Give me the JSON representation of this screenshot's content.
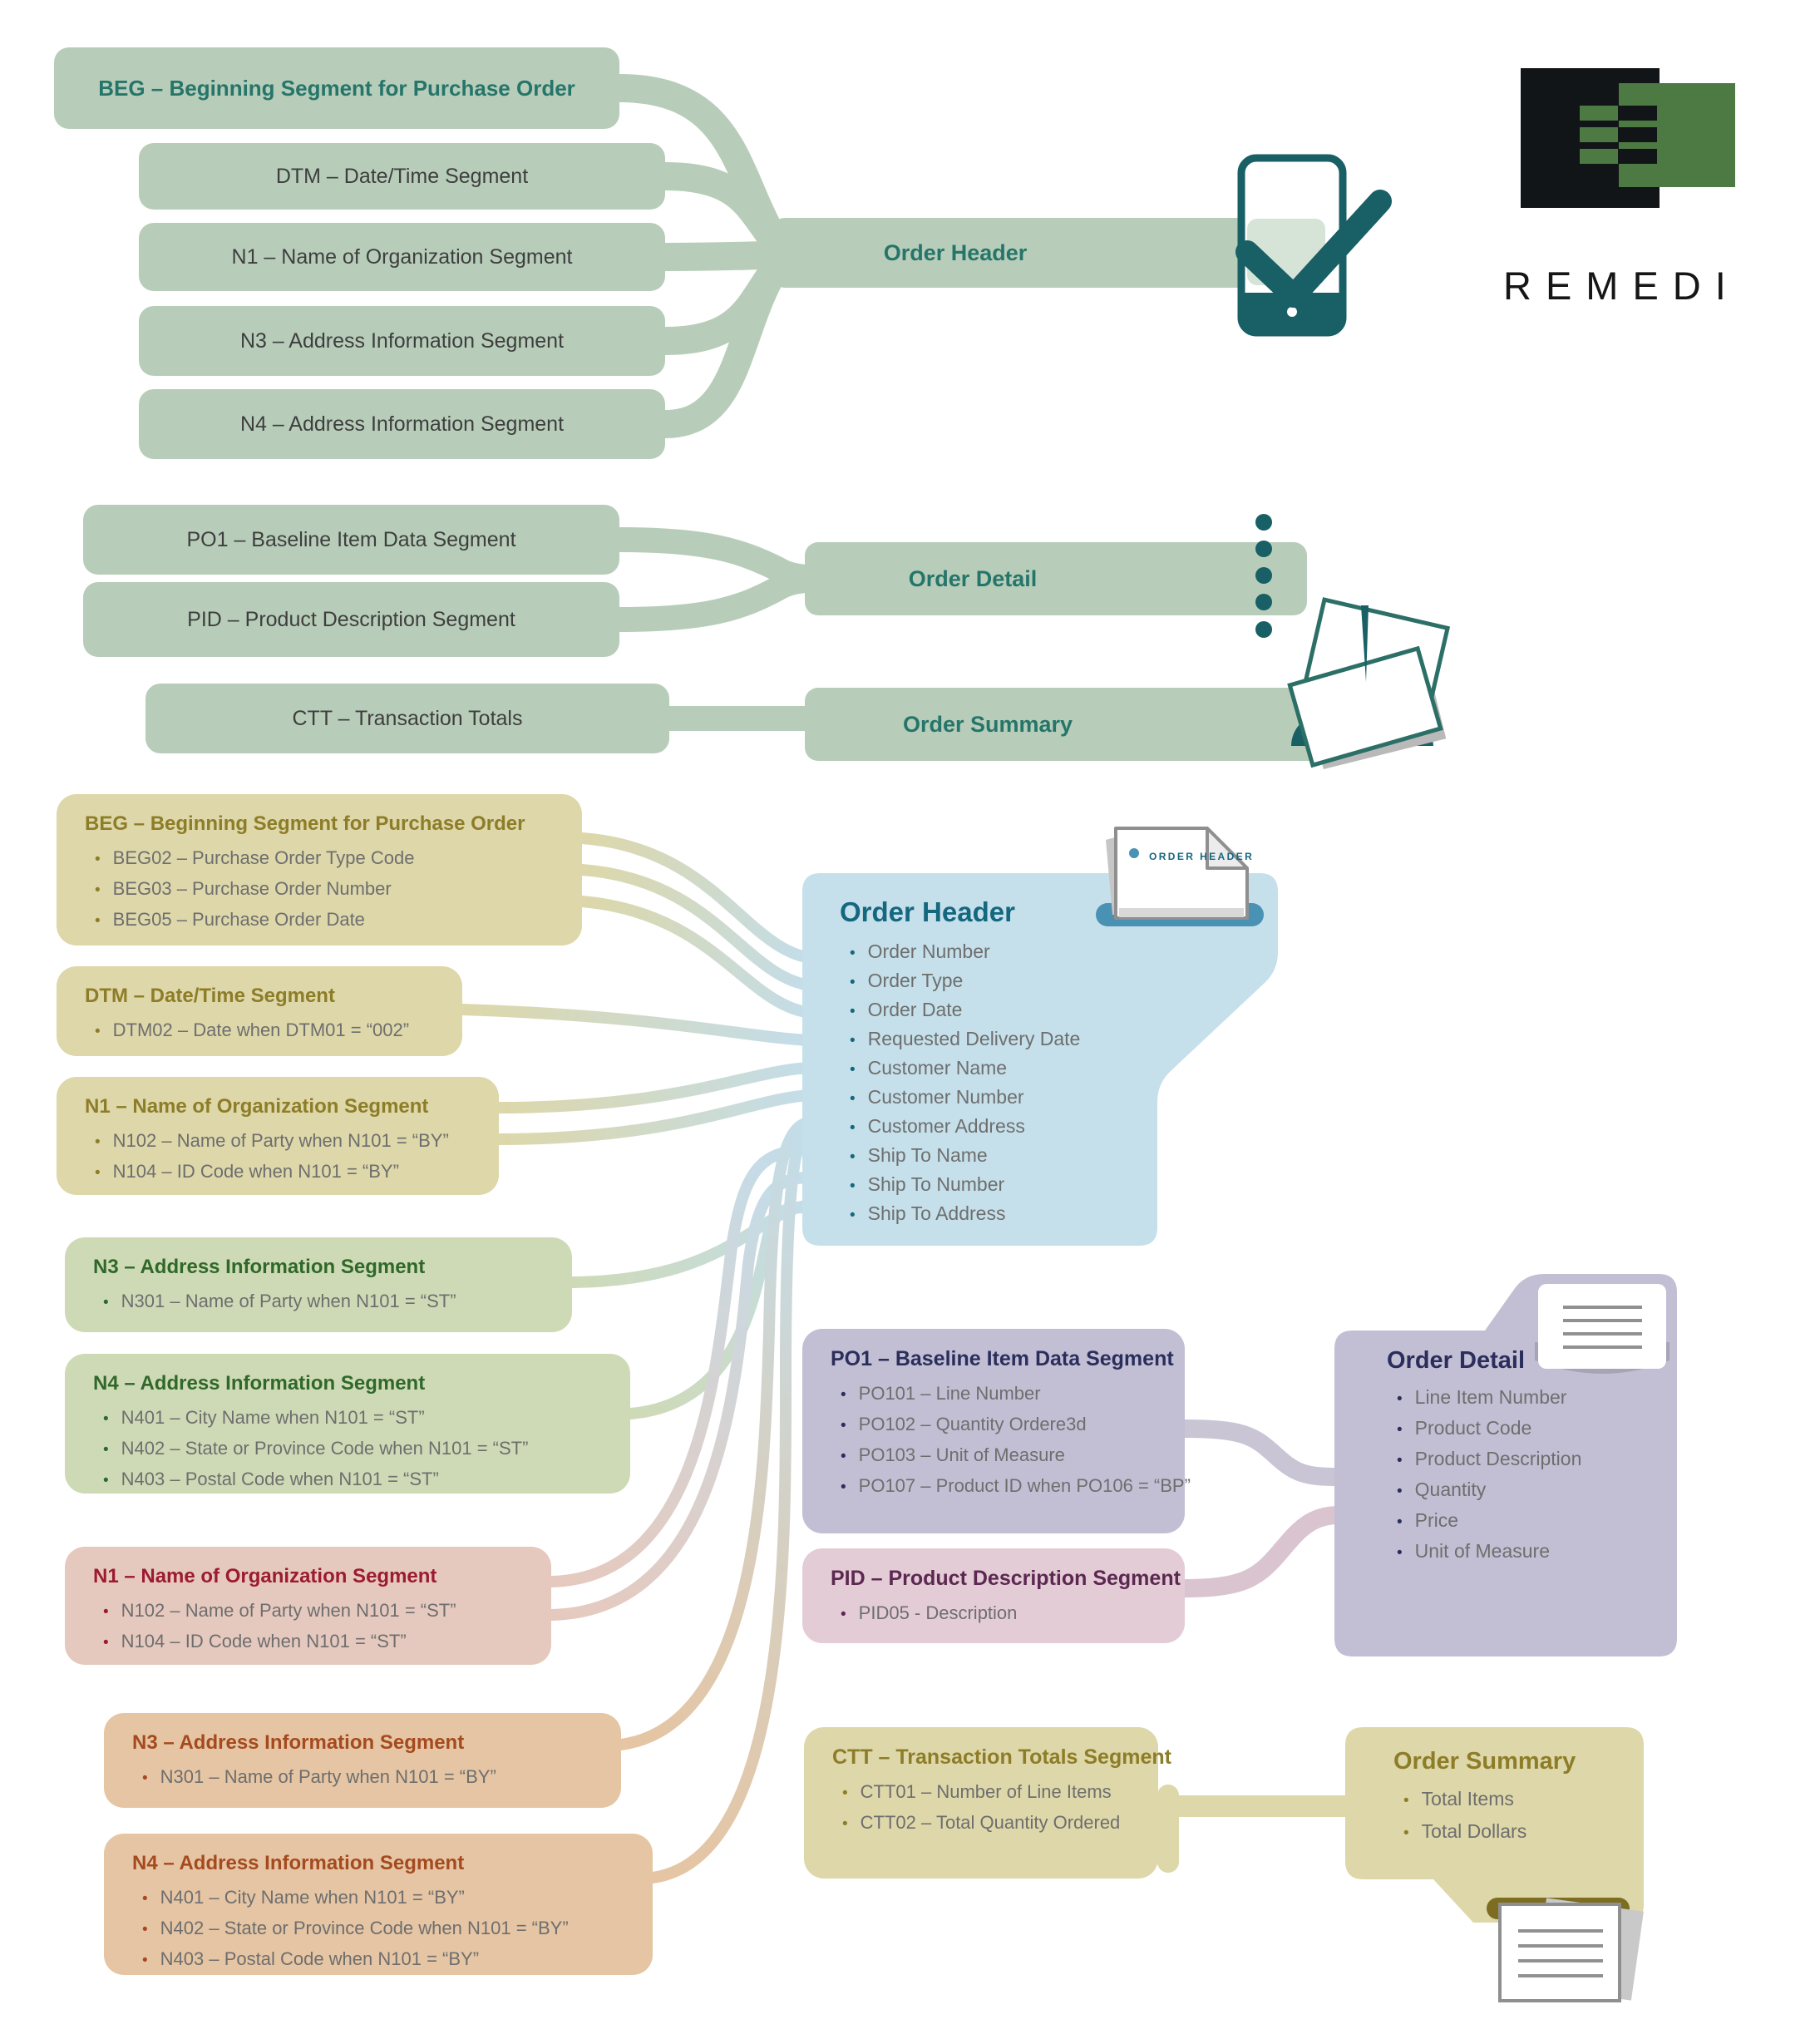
{
  "top_flow": {
    "segments": [
      {
        "id": "beg",
        "label": "BEG – Beginning Segment for Purchase Order",
        "emphasis": true
      },
      {
        "id": "dtm",
        "label": "DTM – Date/Time Segment"
      },
      {
        "id": "n1",
        "label": "N1 – Name of Organization Segment"
      },
      {
        "id": "n3",
        "label": "N3 – Address Information Segment"
      },
      {
        "id": "n4",
        "label": "N4 – Address Information Segment"
      }
    ],
    "order_header_label": "Order Header",
    "po1_label": "PO1 – Baseline Item Data Segment",
    "pid_label": "PID – Product Description Segment",
    "order_detail_label": "Order Detail",
    "ctt_label": "CTT – Transaction Totals",
    "order_summary_label": "Order Summary"
  },
  "logo": {
    "text": "REMEDI"
  },
  "detail_map": {
    "left_boxes": [
      {
        "id": "beg",
        "theme": "tan",
        "title": "BEG – Beginning Segment for Purchase Order",
        "items": [
          "BEG02 – Purchase Order Type Code",
          "BEG03 – Purchase Order Number",
          "BEG05 – Purchase Order Date"
        ]
      },
      {
        "id": "dtm",
        "theme": "tan",
        "title": "DTM – Date/Time Segment",
        "items": [
          "DTM02 – Date when DTM01 = “002”"
        ]
      },
      {
        "id": "n1by",
        "theme": "tan",
        "title": "N1 – Name of Organization Segment",
        "items": [
          "N102 – Name of Party when N101 = “BY”",
          "N104 – ID Code when N101 = “BY”"
        ]
      },
      {
        "id": "n3st",
        "theme": "green",
        "title": "N3 – Address Information Segment",
        "items": [
          "N301 – Name of Party when N101 = “ST”"
        ]
      },
      {
        "id": "n4st",
        "theme": "green",
        "title": "N4 – Address Information Segment",
        "items": [
          "N401 – City Name when N101 = “ST”",
          "N402 – State or Province Code when N101 = “ST”",
          "N403 – Postal Code when N101 = “ST”"
        ]
      },
      {
        "id": "n1st",
        "theme": "pink",
        "title": "N1 – Name of Organization Segment",
        "items": [
          "N102 – Name of Party when N101 = “ST”",
          "N104 – ID Code when N101 = “ST”"
        ]
      },
      {
        "id": "n3by",
        "theme": "orange",
        "title": "N3 – Address Information Segment",
        "items": [
          "N301 – Name of Party when N101 = “BY”"
        ]
      },
      {
        "id": "n4by",
        "theme": "orange",
        "title": "N4 – Address Information Segment",
        "items": [
          "N401 – City Name when N101 = “BY”",
          "N402 – State or Province Code when N101 = “BY”",
          "N403 – Postal Code when N101 = “BY”"
        ]
      }
    ],
    "order_header": {
      "title": "Order Header",
      "icon_label": "ORDER HEADER",
      "items": [
        "Order Number",
        "Order Type",
        "Order Date",
        "Requested Delivery Date",
        "Customer Name",
        "Customer Number",
        "Customer Address",
        "Ship To Name",
        "Ship To Number",
        "Ship To Address"
      ]
    },
    "po1": {
      "title": "PO1 – Baseline Item Data Segment",
      "items": [
        "PO101 – Line Number",
        "PO102 – Quantity Ordere3d",
        "PO103 – Unit of Measure",
        "PO107 – Product ID when PO106 = “BP”"
      ]
    },
    "pid": {
      "title": "PID – Product Description Segment",
      "items": [
        "PID05 - Description"
      ]
    },
    "order_detail": {
      "title": "Order Detail",
      "items": [
        "Line Item Number",
        "Product Code",
        "Product Description",
        "Quantity",
        "Price",
        "Unit of Measure"
      ]
    },
    "ctt": {
      "title": "CTT – Transaction Totals Segment",
      "items": [
        "CTT01 – Number of Line Items",
        "CTT02 – Total Quantity Ordered"
      ]
    },
    "order_summary": {
      "title": "Order Summary",
      "items": [
        "Total Items",
        "Total Dollars"
      ]
    }
  },
  "colors": {
    "sage": "#b7cdb9",
    "teal_title": "#26756a",
    "dark_label": "#3e3e3e",
    "tan": "#ddd7a9",
    "tan_title": "#8d7d28",
    "green": "#cedab6",
    "green_title": "#30682a",
    "pink": "#e6c9be",
    "pink_title": "#9b1b31",
    "orange": "#e5c5a3",
    "orange_title": "#a54a1f",
    "blue": "#c5e0ea",
    "blue_title": "#15677f",
    "purple": "#c2bfd4",
    "purple_title": "#2b2e5c",
    "plum": "#e3ccd6",
    "plum_title": "#5c2750",
    "icon_teal": "#185f66",
    "body_text": "#6e6e6e",
    "slot_blue": "#4a92b4",
    "slot_olive": "#7d6d20",
    "logo_black": "#111518",
    "logo_green": "#4d7942",
    "wire_fade_blue": "#c3dde9",
    "bracket_purple": "#c9c5d4",
    "bracket_plum": "#d9c4cf"
  }
}
